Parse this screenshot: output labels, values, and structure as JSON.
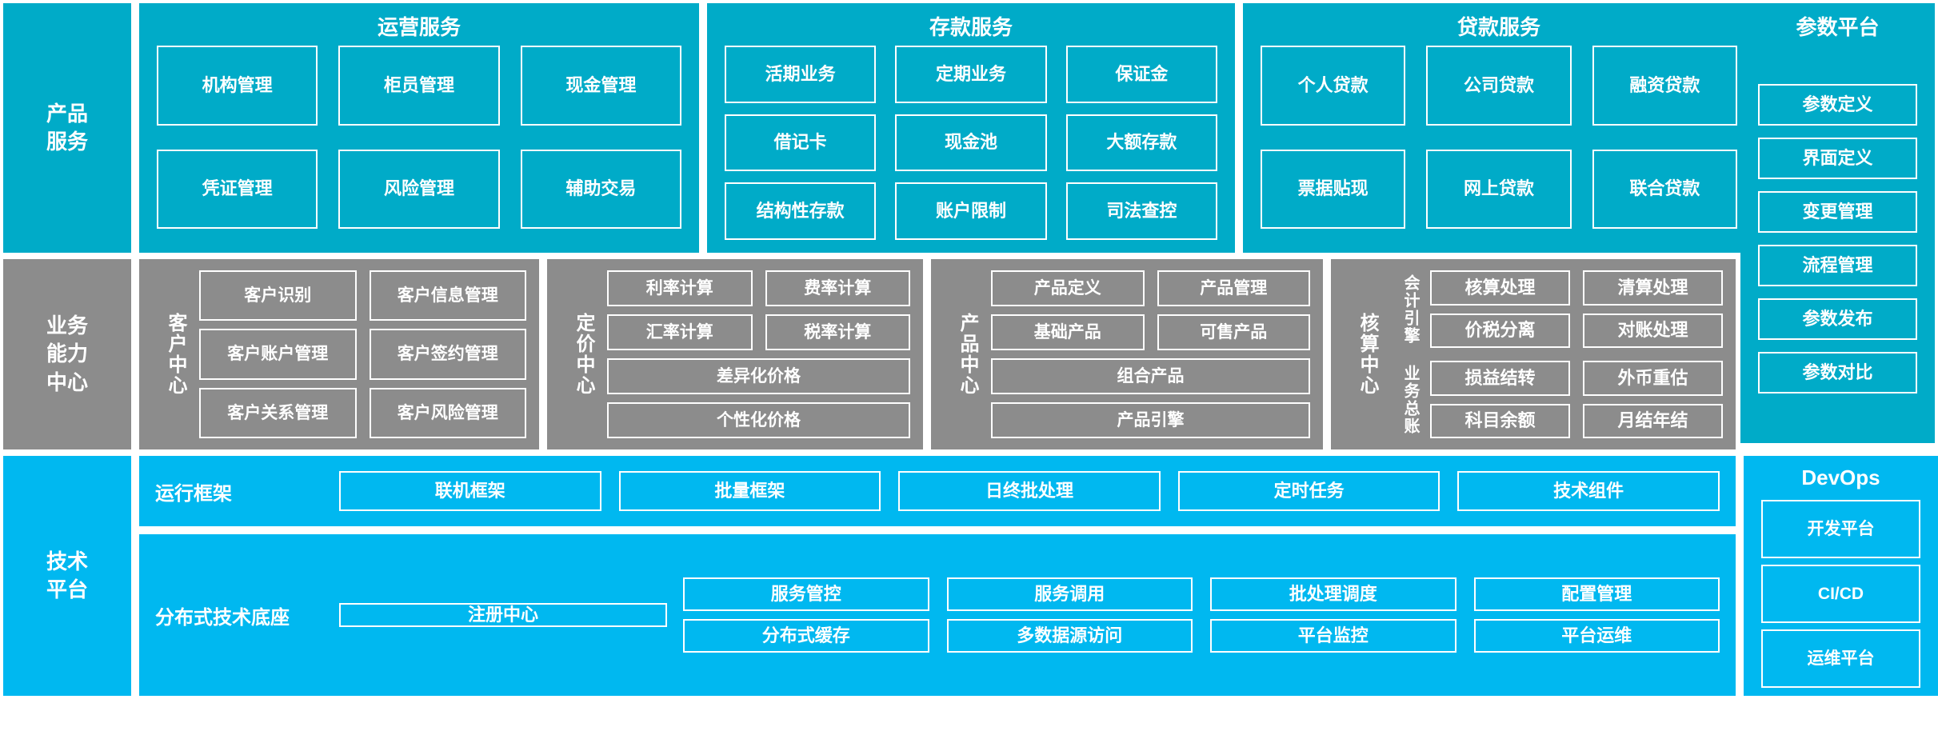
{
  "layers": {
    "product_services": "产品\n服务",
    "business_capability": "业务\n能力\n中心",
    "tech_platform": "技术\n平台"
  },
  "product_services": {
    "groups": [
      {
        "title": "运营服务",
        "items": [
          "机构管理",
          "柜员管理",
          "现金管理",
          "凭证管理",
          "风险管理",
          "辅助交易"
        ]
      },
      {
        "title": "存款服务",
        "items": [
          "活期业务",
          "定期业务",
          "保证金",
          "借记卡",
          "现金池",
          "大额存款",
          "结构性存款",
          "账户限制",
          "司法查控"
        ]
      },
      {
        "title": "贷款服务",
        "items": [
          "个人贷款",
          "公司贷款",
          "融资贷款",
          "票据贴现",
          "网上贷款",
          "联合贷款"
        ]
      }
    ],
    "parameter_platform": {
      "title": "参数平台",
      "items": [
        "参数定义",
        "界面定义",
        "变更管理",
        "流程管理",
        "参数发布",
        "参数对比"
      ]
    }
  },
  "business_capability": {
    "centers": [
      {
        "label": "客户中心",
        "items": [
          "客户识别",
          "客户信息管理",
          "客户账户管理",
          "客户签约管理",
          "客户关系管理",
          "客户风险管理"
        ]
      },
      {
        "label": "定价中心",
        "items": [
          "利率计算",
          "费率计算",
          "汇率计算",
          "税率计算"
        ],
        "wide_items": [
          "差异化价格",
          "个性化价格"
        ]
      },
      {
        "label": "产品中心",
        "items": [
          "产品定义",
          "产品管理",
          "基础产品",
          "可售产品"
        ],
        "wide_items": [
          "组合产品",
          "产品引擎"
        ]
      },
      {
        "label": "核算中心",
        "subgroups": [
          {
            "label": "会计引擎",
            "items": [
              "核算处理",
              "清算处理",
              "价税分离",
              "对账处理"
            ]
          },
          {
            "label": "业务总账",
            "items": [
              "损益结转",
              "外币重估",
              "科目余额",
              "月结年结"
            ]
          }
        ]
      }
    ]
  },
  "tech_platform": {
    "runtime": {
      "label": "运行框架",
      "items": [
        "联机框架",
        "批量框架",
        "日终批处理",
        "定时任务",
        "技术组件"
      ]
    },
    "base": {
      "label": "分布式技术底座",
      "registry": "注册中心",
      "columns": [
        [
          "服务管控",
          "分布式缓存"
        ],
        [
          "服务调用",
          "多数据源访问"
        ],
        [
          "批处理调度",
          "平台监控"
        ],
        [
          "配置管理",
          "平台运维"
        ]
      ]
    },
    "devops": {
      "title": "DevOps",
      "items": [
        "开发平台",
        "CI/CD",
        "运维平台"
      ]
    }
  },
  "colors": {
    "teal": "#00abc8",
    "bright_blue": "#00b8f0",
    "grey": "#8c8c8c",
    "white": "#ffffff"
  }
}
